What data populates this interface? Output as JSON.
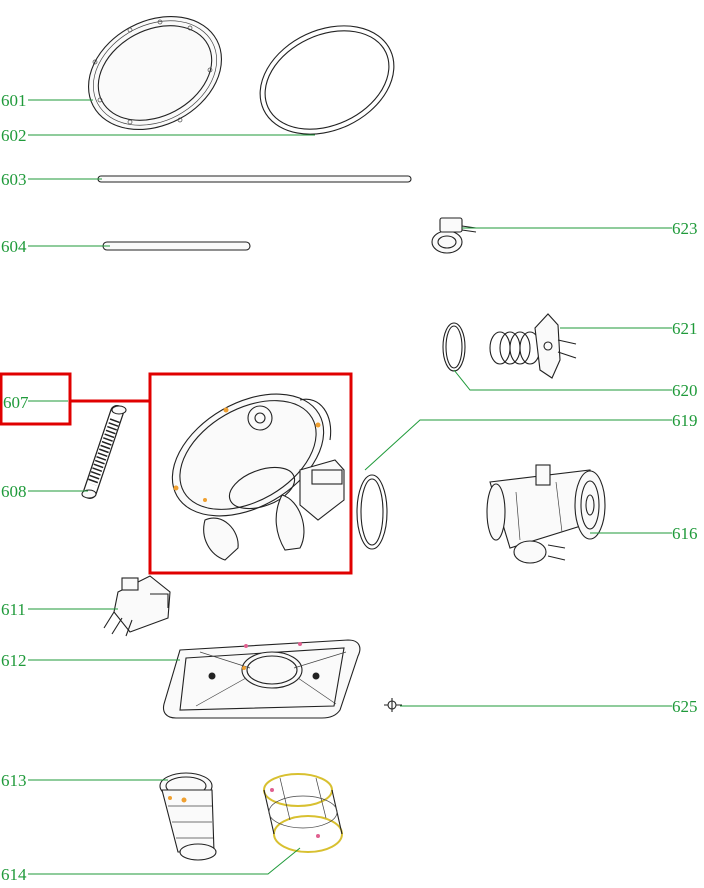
{
  "diagram": {
    "highlight_color": "#e00000",
    "label_color": "#1f9a3a",
    "parts": [
      {
        "id": "p601",
        "label": "601",
        "name": "lid-ring"
      },
      {
        "id": "p602",
        "label": "602",
        "name": "gasket-ring"
      },
      {
        "id": "p603",
        "label": "603",
        "name": "long-rod"
      },
      {
        "id": "p604",
        "label": "604",
        "name": "short-rod"
      },
      {
        "id": "p607",
        "label": "607",
        "name": "sump-housing",
        "highlighted": true
      },
      {
        "id": "p608",
        "label": "608",
        "name": "corrugated-hose"
      },
      {
        "id": "p611",
        "label": "611",
        "name": "pump-component"
      },
      {
        "id": "p612",
        "label": "612",
        "name": "filter-plate"
      },
      {
        "id": "p613",
        "label": "613",
        "name": "cylindrical-filter"
      },
      {
        "id": "p614",
        "label": "614",
        "name": "mesh-filter"
      },
      {
        "id": "p616",
        "label": "616",
        "name": "motor-assembly"
      },
      {
        "id": "p619",
        "label": "619",
        "name": "seal-ring"
      },
      {
        "id": "p620",
        "label": "620",
        "name": "o-ring"
      },
      {
        "id": "p621",
        "label": "621",
        "name": "heater-element"
      },
      {
        "id": "p623",
        "label": "623",
        "name": "valve-connector"
      },
      {
        "id": "p625",
        "label": "625",
        "name": "small-clip"
      }
    ]
  }
}
